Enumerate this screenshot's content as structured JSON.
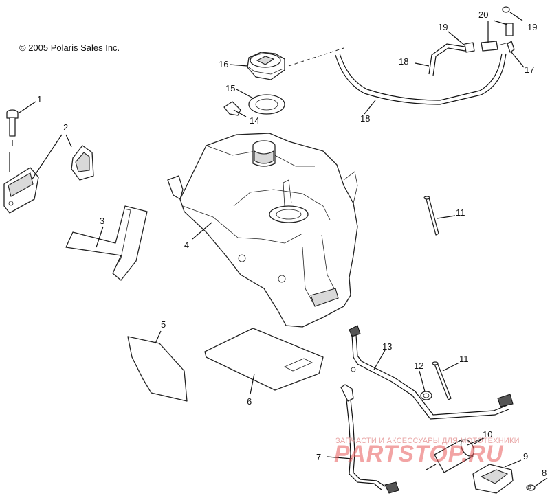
{
  "copyright": "© 2005 Polaris Sales Inc.",
  "watermark": {
    "caption": "ЗАПЧАСТИ И АКСЕССУАРЫ ДЛЯ МОТОТЕХНИКИ",
    "brand": "PARTSTOP.RU"
  },
  "callouts": {
    "c1": "1",
    "c2": "2",
    "c3": "3",
    "c4": "4",
    "c5": "5",
    "c6": "6",
    "c7": "7",
    "c8": "8",
    "c9": "9",
    "c10": "10",
    "c11a": "11",
    "c11b": "11",
    "c12": "12",
    "c13": "13",
    "c14": "14",
    "c15": "15",
    "c16": "16",
    "c17": "17",
    "c18a": "18",
    "c18b": "18",
    "c19a": "19",
    "c19b": "19",
    "c20": "20"
  }
}
